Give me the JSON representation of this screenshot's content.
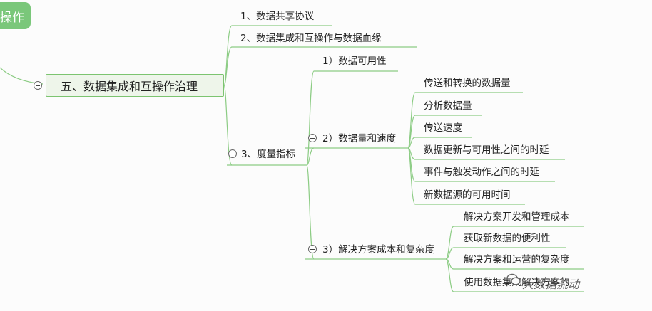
{
  "root": {
    "label": "操作"
  },
  "main": {
    "label": "五、数据集成和互操作治理"
  },
  "level1": [
    {
      "label": "1、数据共享协议"
    },
    {
      "label": "2、数据集成和互操作与数据血缘"
    },
    {
      "label": "3、度量指标"
    }
  ],
  "metrics": [
    {
      "label": "1）数据可用性"
    },
    {
      "label": "2）数据量和速度"
    },
    {
      "label": "3）解决方案成本和复杂度"
    }
  ],
  "volume_items": [
    {
      "label": "传送和转换的数据量"
    },
    {
      "label": "分析数据量"
    },
    {
      "label": "传送速度"
    },
    {
      "label": "数据更新与可用性之间的时延"
    },
    {
      "label": "事件与触发动作之间的时延"
    },
    {
      "label": "新数据源的可用时间"
    }
  ],
  "cost_items": [
    {
      "label": "解决方案开发和管理成本"
    },
    {
      "label": "获取新数据的便利性"
    },
    {
      "label": "解决方案和运营的复杂度"
    },
    {
      "label": "使用数据集成解决方案的"
    }
  ],
  "watermark": {
    "label": "大数据流动"
  },
  "colors": {
    "line": "#8ccc84",
    "root_fill": "#7ac77a",
    "main_fill": "#eef5ea",
    "main_border": "#7cc470"
  }
}
